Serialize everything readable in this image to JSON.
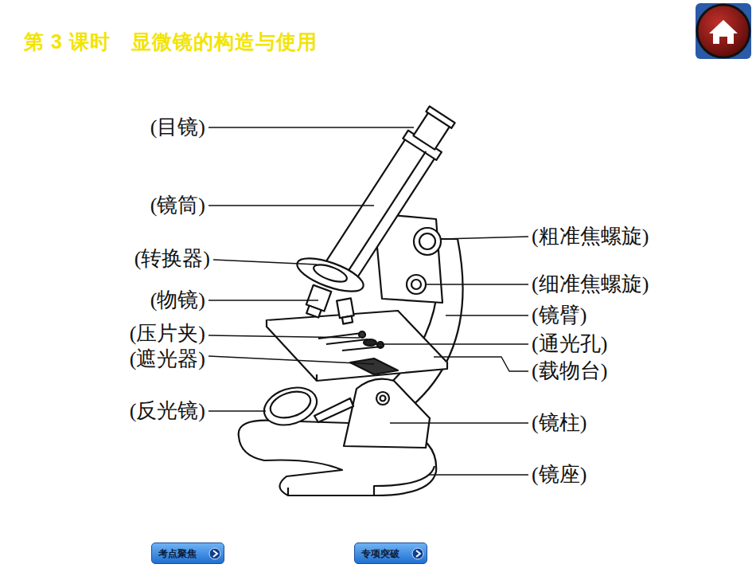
{
  "diagram": {
    "title": "第 3 课时　显微镜的构造与使用",
    "nodes": [
      {
        "text": [
          "考点聚焦"
        ]
      },
      {
        "text": [
          "专项突破"
        ]
      }
    ],
    "labels": [
      "(目镜)",
      "(镜筒)",
      "(转换器)",
      "(物镜)",
      "(压片夹)",
      "(遮光器)",
      "(反光镜)",
      "(粗准焦螺旋)",
      "(细准焦螺旋)",
      "(镜臂)",
      "(通光孔)",
      "(载物台)",
      "(镜柱)",
      "(镜座)"
    ]
  }
}
